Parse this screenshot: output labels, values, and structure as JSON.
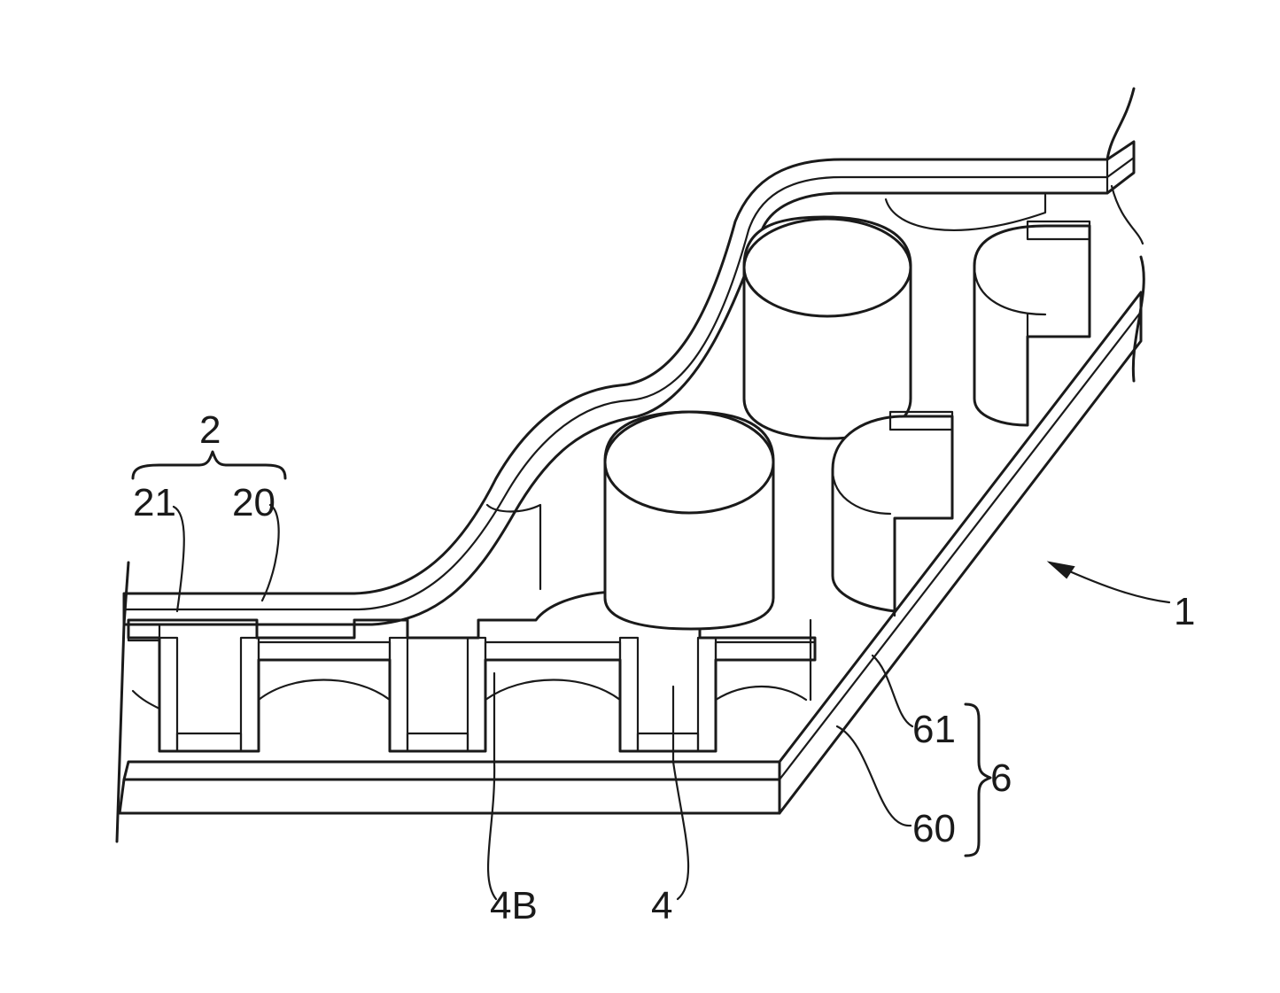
{
  "figure": {
    "labels": {
      "assembly": "1",
      "first_structure": "2",
      "layer_20": "20",
      "layer_21": "21",
      "cell": "4",
      "cell_base": "4B",
      "second_structure": "6",
      "layer_60": "60",
      "layer_61": "61"
    }
  }
}
